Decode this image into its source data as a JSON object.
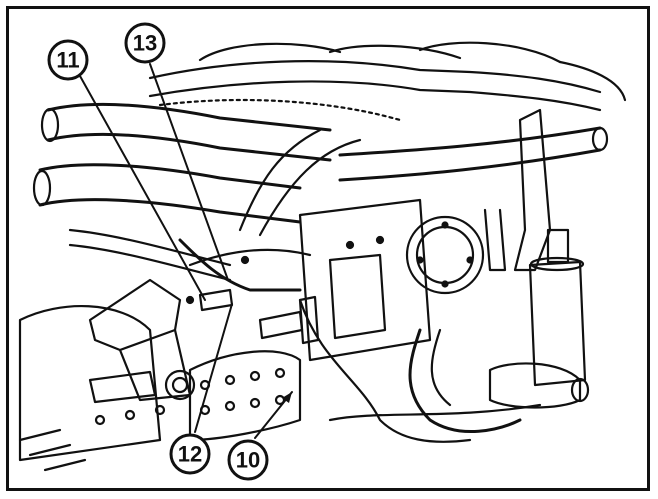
{
  "figure": {
    "callouts": [
      {
        "id": "c11",
        "label": "11"
      },
      {
        "id": "c13",
        "label": "13"
      },
      {
        "id": "c12",
        "label": "12"
      },
      {
        "id": "c10",
        "label": "10"
      }
    ]
  }
}
